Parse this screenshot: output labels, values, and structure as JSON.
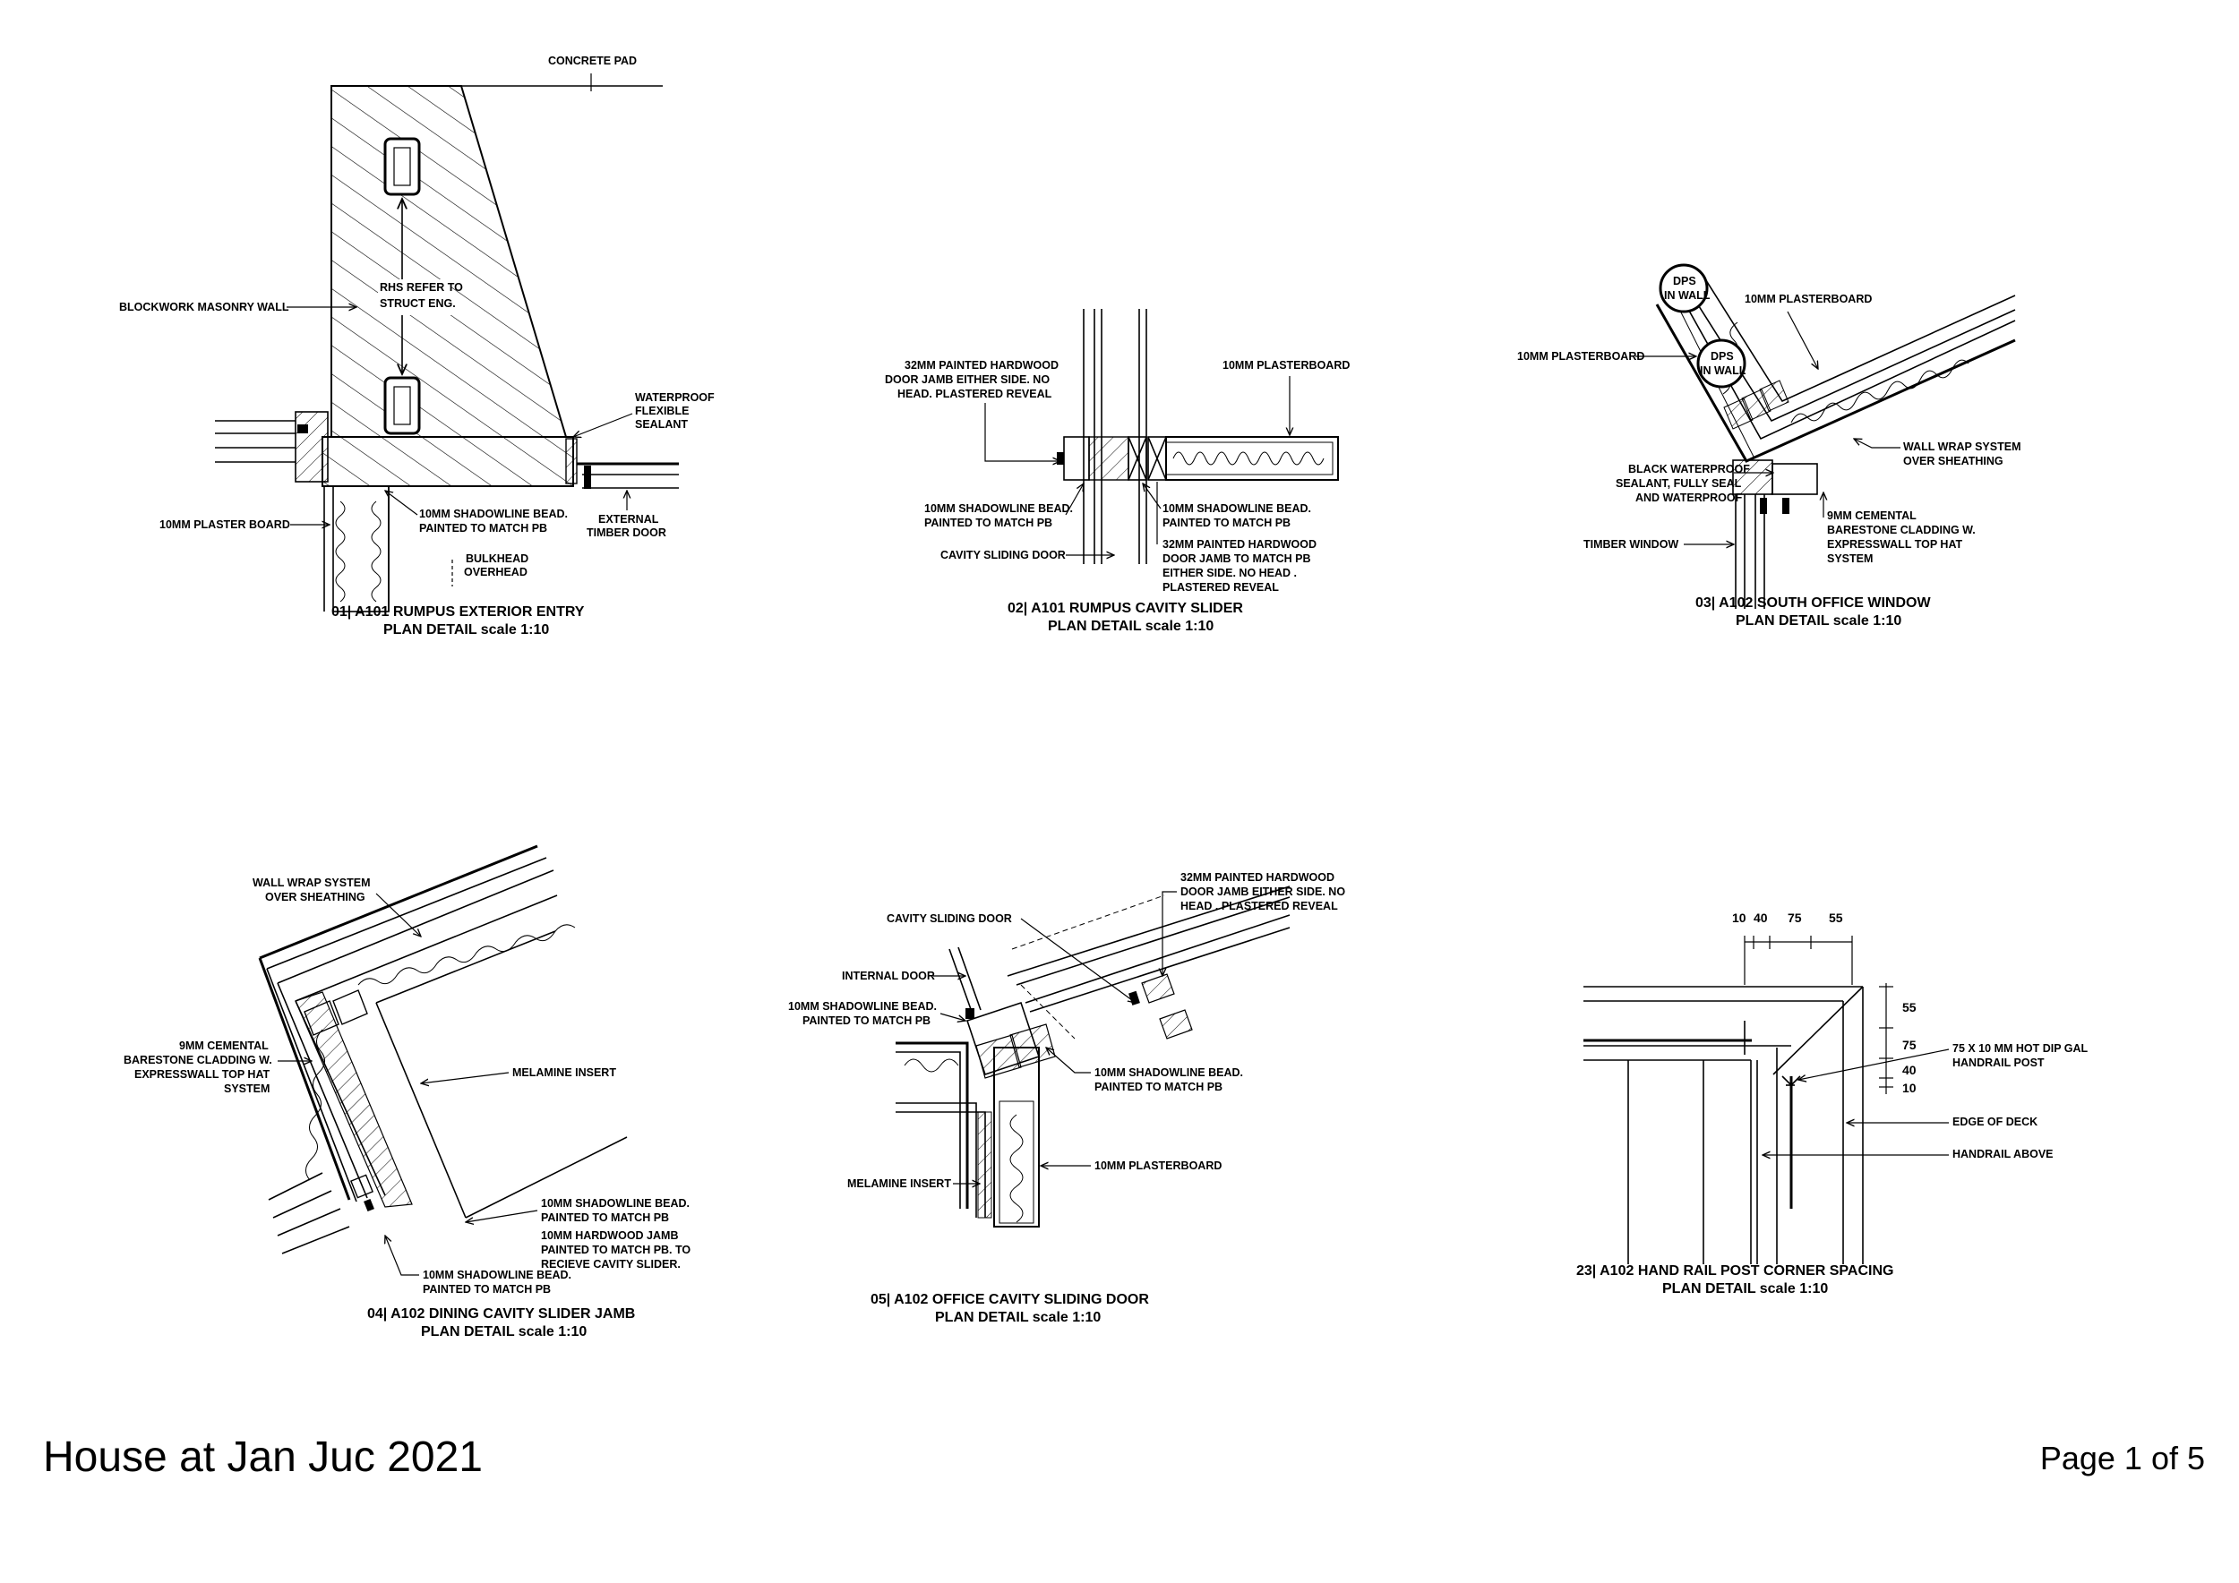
{
  "details": {
    "d01": {
      "title": "01| A101 RUMPUS EXTERIOR ENTRY",
      "subtitle": "PLAN DETAIL scale 1:10",
      "labels": {
        "concrete_pad": "CONCRETE PAD",
        "blockwork": "BLOCKWORK MASONRY WALL",
        "rhs_1": "RHS REFER TO",
        "rhs_2": "STRUCT ENG.",
        "waterproof_1": "WATERPROOF",
        "waterproof_2": "FLEXIBLE",
        "waterproof_3": "SEALANT",
        "plasterboard": "10MM PLASTER BOARD",
        "shadowline_1": "10MM SHADOWLINE BEAD.",
        "shadowline_2": "PAINTED TO MATCH PB",
        "ext_door_1": "EXTERNAL",
        "ext_door_2": "TIMBER DOOR",
        "bulkhead_1": "BULKHEAD",
        "bulkhead_2": "OVERHEAD"
      }
    },
    "d02": {
      "title": "02| A101 RUMPUS CAVITY SLIDER",
      "subtitle": "PLAN DETAIL scale 1:10",
      "labels": {
        "jamb_1": "32MM PAINTED HARDWOOD",
        "jamb_2": "DOOR JAMB EITHER SIDE.  NO",
        "jamb_3": "HEAD. PLASTERED REVEAL",
        "plasterboard": "10MM PLASTERBOARD",
        "shadow_l1": "10MM SHADOWLINE BEAD.",
        "shadow_l2": "PAINTED TO MATCH PB",
        "cavity_door": "CAVITY SLIDING DOOR",
        "shadow_r1": "10MM SHADOWLINE BEAD.",
        "shadow_r2": "PAINTED TO MATCH PB",
        "jamb_r1": "32MM PAINTED HARDWOOD",
        "jamb_r2": "DOOR JAMB TO MATCH PB",
        "jamb_r3": "EITHER SIDE.  NO HEAD .",
        "jamb_r4": "PLASTERED REVEAL"
      }
    },
    "d03": {
      "title": "03| A102 SOUTH OFFICE WINDOW",
      "subtitle": "PLAN DETAIL scale 1:10",
      "labels": {
        "dps1_1": "DPS",
        "dps1_2": "IN WALL",
        "dps2_1": "DPS",
        "dps2_2": "IN WALL",
        "pb_top": "10MM PLASTERBOARD",
        "pb_left": "10MM PLASTERBOARD",
        "wrap_1": "WALL WRAP SYSTEM",
        "wrap_2": "OVER SHEATHING",
        "sealant_1": "BLACK WATERPROOF",
        "sealant_2": "SEALANT, FULLY SEAL",
        "sealant_3": "AND WATERPROOF",
        "cladding_1": "9MM CEMENTAL",
        "cladding_2": "BARESTONE CLADDING W.",
        "cladding_3": "EXPRESSWALL TOP HAT",
        "cladding_4": "SYSTEM",
        "window": "TIMBER WINDOW"
      }
    },
    "d04": {
      "title": "04| A102 DINING CAVITY SLIDER JAMB",
      "subtitle": "PLAN DETAIL scale 1:10",
      "labels": {
        "wrap_1": "WALL WRAP SYSTEM",
        "wrap_2": "OVER SHEATHING",
        "cladding_1": "9MM CEMENTAL",
        "cladding_2": "BARESTONE CLADDING W.",
        "cladding_3": "EXPRESSWALL TOP HAT",
        "cladding_4": "SYSTEM",
        "melamine": "MELAMINE INSERT",
        "shadow_a1": "10MM SHADOWLINE BEAD.",
        "shadow_a2": "PAINTED TO MATCH PB",
        "jamb_1": "10MM HARDWOOD JAMB",
        "jamb_2": "PAINTED TO MATCH PB. TO",
        "jamb_3": "RECIEVE CAVITY SLIDER.",
        "shadow_b1": "10MM SHADOWLINE BEAD.",
        "shadow_b2": "PAINTED TO MATCH PB"
      }
    },
    "d05": {
      "title": "05| A102 OFFICE CAVITY SLIDING DOOR",
      "subtitle": "PLAN DETAIL scale 1:10",
      "labels": {
        "jamb_1": "32MM PAINTED HARDWOOD",
        "jamb_2": "DOOR JAMB EITHER SIDE.  NO",
        "jamb_3": "HEAD . PLASTERED REVEAL",
        "cavity_door": "CAVITY SLIDING DOOR",
        "internal_door": "INTERNAL DOOR",
        "shadow_l1": "10MM SHADOWLINE BEAD.",
        "shadow_l2": "PAINTED TO MATCH PB",
        "shadow_r1": "10MM SHADOWLINE BEAD.",
        "shadow_r2": "PAINTED TO MATCH PB",
        "melamine": "MELAMINE INSERT",
        "plasterboard": "10MM PLASTERBOARD"
      }
    },
    "d23": {
      "title": "23| A102 HAND RAIL POST CORNER SPACING",
      "subtitle": "PLAN DETAIL scale 1:10",
      "labels": {
        "dim_10": "10",
        "dim_40": "40",
        "dim_75": "75",
        "dim_55": "55",
        "vdim_55": "55",
        "vdim_75": "75",
        "vdim_40": "40",
        "vdim_10": "10",
        "post_1": "75 X 10 MM HOT DIP GAL",
        "post_2": "HANDRAIL POST",
        "deck": "EDGE OF DECK",
        "handrail": "HANDRAIL ABOVE"
      }
    }
  },
  "footer": {
    "project": "House at Jan Juc 2021",
    "page": "Page 1 of 5"
  }
}
